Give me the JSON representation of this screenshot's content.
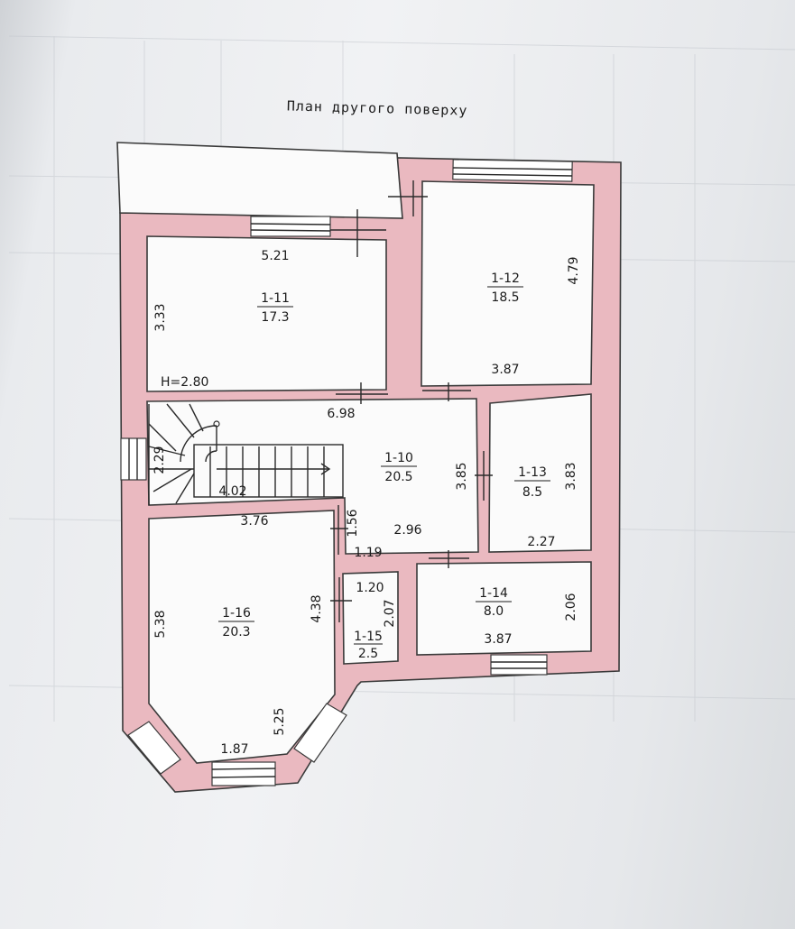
{
  "plan_title": "План другого поверху",
  "rooms": [
    {
      "id": "1-11",
      "area": "17.3"
    },
    {
      "id": "1-12",
      "area": "18.5"
    },
    {
      "id": "1-10",
      "area": "20.5"
    },
    {
      "id": "1-13",
      "area": "8.5"
    },
    {
      "id": "1-14",
      "area": "8.0"
    },
    {
      "id": "1-15",
      "area": "2.5"
    },
    {
      "id": "1-16",
      "area": "20.3"
    }
  ],
  "dimensions": {
    "r11_width": "5.21",
    "r11_depth": "3.33",
    "height": "Н=2.80",
    "r12_depth": "4.79",
    "r12_width": "3.87",
    "hall_top": "6.98",
    "stair_width": "2.29",
    "stair_length": "4.02",
    "hall_depth": "3.85",
    "r13_depth": "3.83",
    "r13_width": "2.27",
    "hall_small": "1.56",
    "hall_bottom": "2.96",
    "hall_small_w": "1.19",
    "r16_top": "3.76",
    "r16_side": "5.38",
    "r16_inner": "4.38",
    "r16_diag": "5.25",
    "r16_bottom": "1.87",
    "r15_w": "1.20",
    "r15_d": "2.07",
    "r14_depth": "2.06",
    "r14_width": "3.87"
  }
}
